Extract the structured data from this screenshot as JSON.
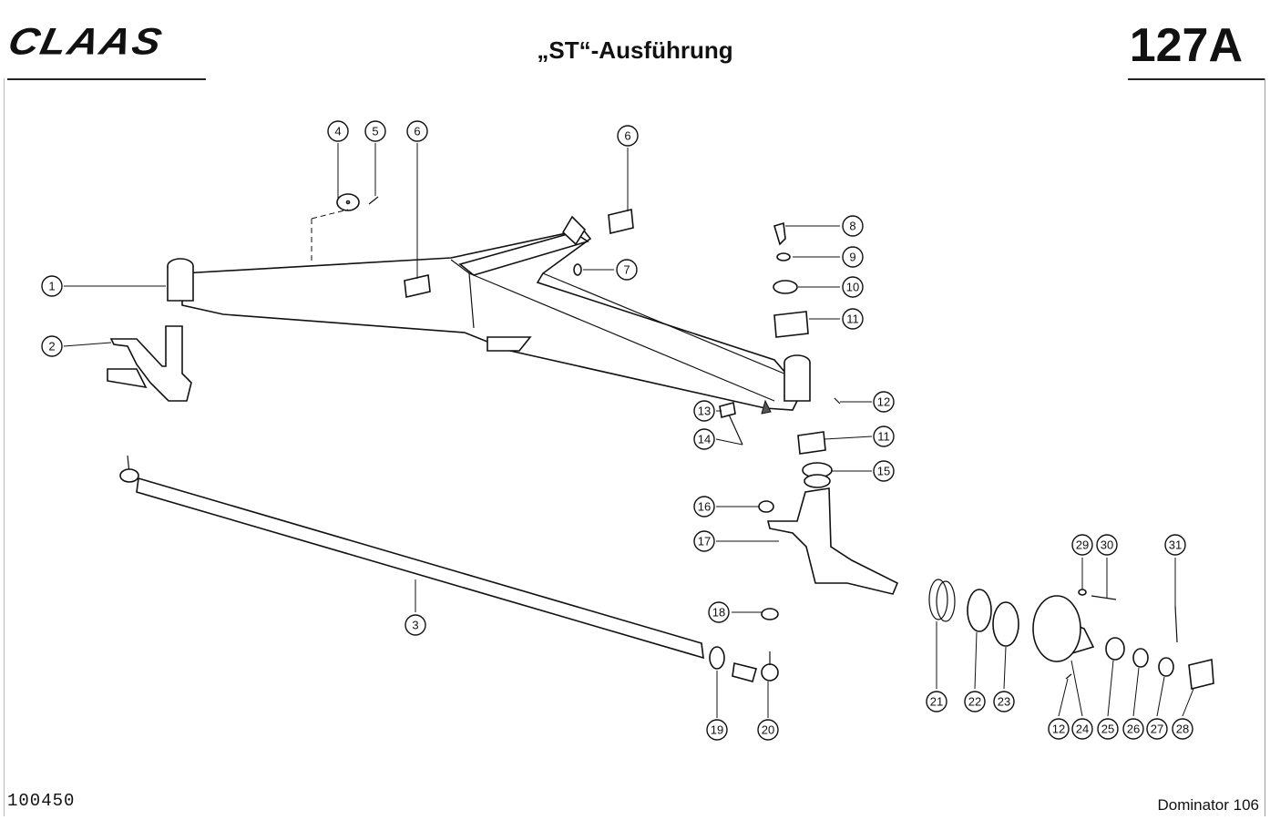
{
  "header": {
    "brand": "CLAAS",
    "title": "„ST“-Ausführung",
    "page_number": "127A"
  },
  "footer": {
    "drawing_number": "100450",
    "model": "Dominator 106"
  },
  "callouts": [
    {
      "id": "c1",
      "label": "1"
    },
    {
      "id": "c2",
      "label": "2"
    },
    {
      "id": "c3",
      "label": "3"
    },
    {
      "id": "c4",
      "label": "4"
    },
    {
      "id": "c5",
      "label": "5"
    },
    {
      "id": "c6a",
      "label": "6"
    },
    {
      "id": "c6b",
      "label": "6"
    },
    {
      "id": "c7",
      "label": "7"
    },
    {
      "id": "c8",
      "label": "8"
    },
    {
      "id": "c9",
      "label": "9"
    },
    {
      "id": "c10",
      "label": "10"
    },
    {
      "id": "c11a",
      "label": "11"
    },
    {
      "id": "c12a",
      "label": "12"
    },
    {
      "id": "c13",
      "label": "13"
    },
    {
      "id": "c14",
      "label": "14"
    },
    {
      "id": "c11b",
      "label": "11"
    },
    {
      "id": "c15",
      "label": "15"
    },
    {
      "id": "c16",
      "label": "16"
    },
    {
      "id": "c17",
      "label": "17"
    },
    {
      "id": "c18",
      "label": "18"
    },
    {
      "id": "c19",
      "label": "19"
    },
    {
      "id": "c20",
      "label": "20"
    },
    {
      "id": "c21",
      "label": "21"
    },
    {
      "id": "c22",
      "label": "22"
    },
    {
      "id": "c23",
      "label": "23"
    },
    {
      "id": "c29",
      "label": "29"
    },
    {
      "id": "c30",
      "label": "30"
    },
    {
      "id": "c31",
      "label": "31"
    },
    {
      "id": "c12b",
      "label": "12"
    },
    {
      "id": "c24",
      "label": "24"
    },
    {
      "id": "c25",
      "label": "25"
    },
    {
      "id": "c26",
      "label": "26"
    },
    {
      "id": "c27",
      "label": "27"
    },
    {
      "id": "c28",
      "label": "28"
    }
  ]
}
